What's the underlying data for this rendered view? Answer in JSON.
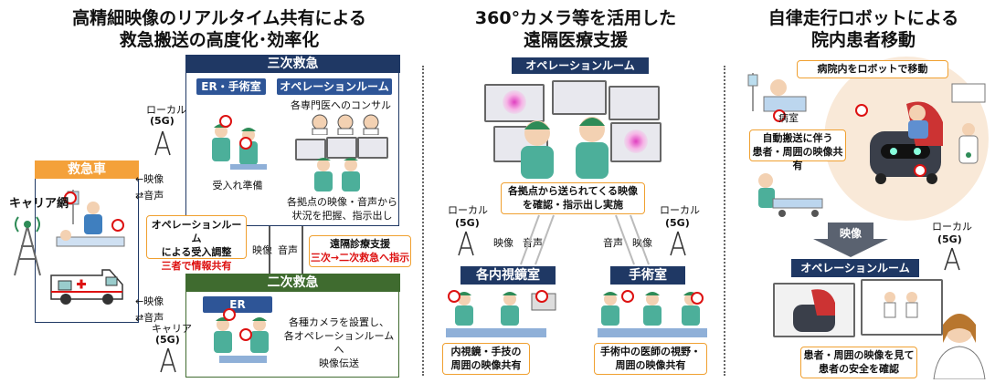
{
  "sections": {
    "left": {
      "title_line1": "高精細映像のリアルタイム共有による",
      "title_line2": "救急搬送の高度化･効率化",
      "tertiary": "三次救急",
      "er_or": "ER・手術室",
      "op_room": "オペレーションルーム",
      "consult": "各専門医へのコンサル",
      "accept_prep": "受入れ準備",
      "grasp_line1": "各拠点の映像・音声から",
      "grasp_line2": "状況を把握、指示出し",
      "ambulance": "救急車",
      "carrier_net": "キャリア網",
      "video": "映像",
      "audio": "音声",
      "local": "ローカル",
      "five_g": "(5G)",
      "carrier": "キャリア",
      "op_adjust_line1": "オペレーションルーム",
      "op_adjust_line2": "による受入調整",
      "op_adjust_line3": "三者で情報共有",
      "remote_line1": "遠隔診療支援",
      "remote_line2": "三次→二次救急へ指示",
      "secondary": "二次救急",
      "er": "ER",
      "cam_line1": "各種カメラを設置し、",
      "cam_line2": "各オペレーションルームへ",
      "cam_line3": "映像伝送"
    },
    "middle": {
      "title_line1": "360°カメラ等を活用した",
      "title_line2": "遠隔医療支援",
      "op_room": "オペレーションルーム",
      "confirm_line1": "各拠点から送られてくる映像",
      "confirm_line2": "を確認・指示出し実施",
      "local": "ローカル",
      "five_g": "(5G)",
      "video": "映像",
      "audio": "音声",
      "endoscopy": "各内視鏡室",
      "surgery": "手術室",
      "endo_note_line1": "内視鏡・手技の",
      "endo_note_line2": "周囲の映像共有",
      "surg_note_line1": "手術中の医師の視野・",
      "surg_note_line2": "周囲の映像共有"
    },
    "right": {
      "title_line1": "自律走行ロボットによる",
      "title_line2": "院内患者移動",
      "robot_move": "病院内をロボットで移動",
      "ward": "病室",
      "auto_line1": "自動搬送に伴う",
      "auto_line2": "患者・周囲の映像共有",
      "local": "ローカル",
      "five_g": "(5G)",
      "video": "映像",
      "op_room": "オペレーションルーム",
      "safety_line1": "患者・周囲の映像を見て",
      "safety_line2": "患者の安全を確認"
    }
  },
  "colors": {
    "navy": "#1f3864",
    "blue": "#2e5597",
    "orange": "#f4a13a",
    "green": "#3f6b2f",
    "red": "#dd1111",
    "note_border": "#f0a030"
  }
}
